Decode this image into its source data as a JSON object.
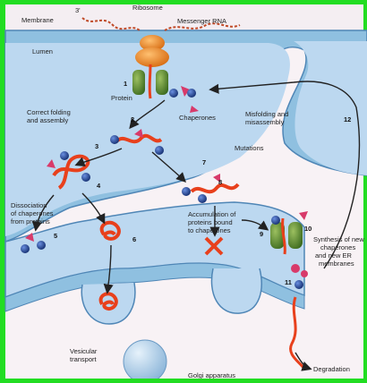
{
  "labels": {
    "three_prime": "3'",
    "membrane": "Membrane",
    "ribosome": "Ribosome",
    "messenger_rna": "Messenger RNA",
    "lumen": "Lumen",
    "protein": "Protein",
    "chaperones": "Chaperones",
    "correct_folding_1": "Correct folding",
    "correct_folding_2": "and assembly",
    "misfolding_1": "Misfolding and",
    "misfolding_2": "misassembly",
    "mutations": "Mutations",
    "dissociation_1": "Dissociation",
    "dissociation_2": "of chaperones",
    "dissociation_3": "from proteins",
    "accumulation_1": "Accumulation of",
    "accumulation_2": "proteins bound",
    "accumulation_3": "to chaperones",
    "synthesis_1": "Synthesis of new",
    "synthesis_2": "chaperones",
    "synthesis_3": "and new ER",
    "synthesis_4": "membranes",
    "vesicular_1": "Vesicular",
    "vesicular_2": "transport",
    "golgi": "Golgi apparatus",
    "degradation": "Degradation"
  },
  "steps": [
    "1",
    "2",
    "3",
    "4",
    "5",
    "6",
    "7",
    "8",
    "9",
    "10",
    "11",
    "12"
  ],
  "colors": {
    "border": "#22dd22",
    "membrane": "#8fc0e0",
    "membrane_edge": "#4f86b6",
    "cytosol": "#f8f2f5",
    "lumen": "#bcd8f0",
    "protein": "#e8401c",
    "chaperone_ball": "#1e3f8c",
    "chaperone_wedge": "#d83a6a",
    "ribosome": "#f08a1c",
    "mrna": "#c04a28",
    "receptor": "#5a8a2c",
    "vesicle": "#a8cce8"
  }
}
